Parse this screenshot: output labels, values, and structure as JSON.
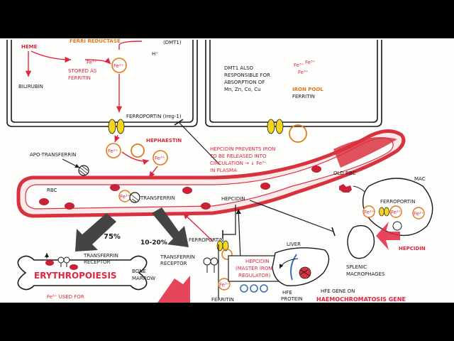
{
  "colors": {
    "ink": "#1a1a1a",
    "red": "#e0263f",
    "orange": "#e07a1a",
    "yellow": "#f2d51c",
    "vessel": "#d9323f",
    "blue": "#3d6fb0",
    "bar": "#000000"
  },
  "labels": {
    "heme": "HEME",
    "ferri_reductase": "FERRI REDUCTASE",
    "h_plus": "H⁺",
    "dmt1": "(DMT1)",
    "bilirubin": "BILIRUBIN",
    "stored_as": "STORED AS",
    "ferritin_stored": "FERRITIN",
    "dmt1_note_1": "DMT1 ALSO",
    "dmt1_note_2": "RESPONSIBLE FOR",
    "dmt1_note_3": "ABSORPTION OF",
    "dmt1_note_4": "Mn, Zn, Co, Cu",
    "iron_pool": "IRON POOL",
    "ferritin_pool": "FERRITIN",
    "ferroportin_ireg": "FERROPORTIN (Ireg-1)",
    "hephaestin": "HEPHAESTIN",
    "hepcidin_prevents_1": "HEPCIDIN PREVENTS IRON",
    "hepcidin_prevents_2": "TO BE RELEASED INTO",
    "hepcidin_prevents_3": "CIRCULATION → ↓ Fe³⁺",
    "hepcidin_prevents_4": "IN PLASMA",
    "old_rbc": "OLD RBC",
    "apo_transferrin": "APO-TRANSFERRIN",
    "rbc": "RBC",
    "transferrin": "TRANSFERRIN",
    "hepcidin_vessel": "HEPCIDIN",
    "mac": "MAC",
    "ferroportin_mac": "FERROPORTIN",
    "pct_75": "75%",
    "pct_10_20": "10-20%",
    "ferroportin_liver": "FERROPORTIN",
    "transferrin_receptor_1": "TRANSFERRIN",
    "transferrin_receptor_2": "RECEPTOR",
    "transferrin_receptor_liver_1": "TRANSFERRIN",
    "transferrin_receptor_liver_2": "RECEPTOR",
    "liver": "LIVER",
    "bone_1": "BONE",
    "bone_2": "MARROW",
    "erythropoiesis": "ERYTHROPOIESIS",
    "fe_used_for": "Fe³⁺ USED FOR",
    "hepcidin_master_1": "HEPCIDIN",
    "hepcidin_master_2": "(MASTER IRON",
    "hepcidin_master_3": "REGULATOR)",
    "hepcidin_right": "HEPCIDIN",
    "splenic_1": "SPLENIC",
    "splenic_2": "MACROPHAGES",
    "hfe_1": "HFE",
    "hfe_2": "PROTEIN",
    "hfe_gene": "HFE GENE ON",
    "hemochromatosis": "HAEMOCHROMATOSIS GENE",
    "fe2": "Fe²⁺",
    "fe3": "Fe³⁺",
    "ferritin_liver": "FERRITIN"
  }
}
